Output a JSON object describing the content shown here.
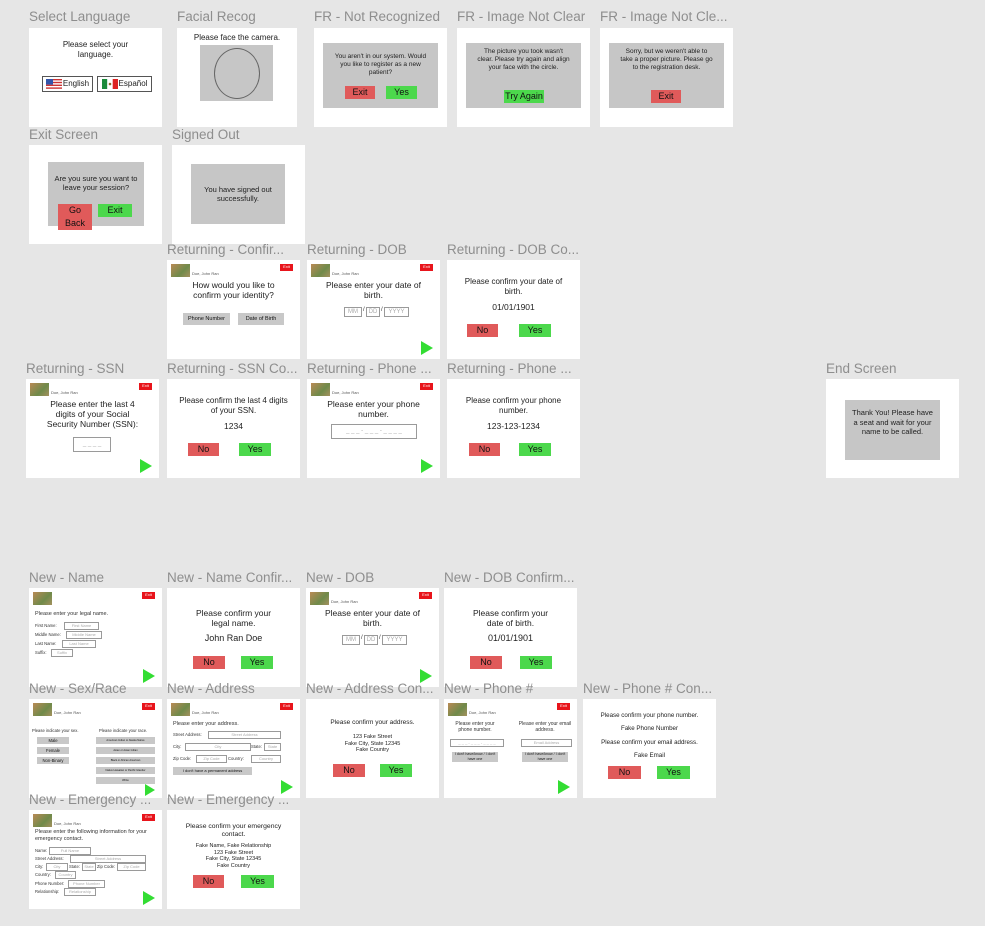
{
  "labels": {
    "select_language": "Select Language",
    "facial_recog": "Facial Recog",
    "fr_not_recognized": "FR - Not Recognized",
    "fr_image_not_clear": "FR - Image Not Clear",
    "fr_image_not_clear_2": "FR - Image Not Cle...",
    "exit_screen": "Exit Screen",
    "signed_out": "Signed Out",
    "returning_confirm": "Returning - Confir...",
    "returning_dob": "Returning - DOB",
    "returning_dob_confirm": "Returning - DOB Co...",
    "returning_ssn": "Returning - SSN",
    "returning_ssn_confirm": "Returning - SSN Co...",
    "returning_phone": "Returning - Phone ...",
    "returning_phone_confirm": "Returning - Phone ...",
    "end_screen": "End Screen",
    "new_name": "New - Name",
    "new_name_confirm": "New - Name Confir...",
    "new_dob": "New - DOB",
    "new_dob_confirm": "New - DOB Confirm...",
    "new_sex_race": "New - Sex/Race",
    "new_address": "New - Address",
    "new_address_confirm": "New - Address Con...",
    "new_phone": "New - Phone #",
    "new_phone_confirm": "New - Phone # Con...",
    "new_emergency": "New - Emergency ...",
    "new_emergency_confirm": "New - Emergency ..."
  },
  "common": {
    "exit": "Exit",
    "no": "No",
    "yes": "Yes",
    "patient_name": "Doe, John Ran",
    "mm": "MM",
    "dd": "DD",
    "yyyy": "YYYY",
    "slash": "/"
  },
  "select_language": {
    "prompt": "Please select your language.",
    "english": "English",
    "espanol": "Español"
  },
  "facial_recog": {
    "prompt": "Please face the camera."
  },
  "fr_not_recognized": {
    "message": "You aren't in our system. Would you like to register as a new patient?",
    "exit": "Exit",
    "yes": "Yes"
  },
  "fr_image_not_clear": {
    "message": "The picture you took wasn't clear. Please try again and align your face with the circle.",
    "try_again": "Try Again"
  },
  "fr_image_not_clear_2": {
    "message": "Sorry, but we weren't able to take a proper picture. Please go to the registration desk.",
    "exit": "Exit"
  },
  "exit_screen": {
    "message": "Are you sure you want to leave your session?",
    "go_back": "Go Back",
    "exit": "Exit"
  },
  "signed_out": {
    "message": "You have signed out successfully."
  },
  "returning_confirm": {
    "prompt": "How would you like to confirm your identity?",
    "phone_number": "Phone Number",
    "date_of_birth": "Date of Birth"
  },
  "returning_dob": {
    "prompt": "Please enter your date of birth."
  },
  "returning_dob_confirm": {
    "prompt": "Please confirm your date of birth.",
    "value": "01/01/1901"
  },
  "returning_ssn": {
    "prompt": "Please enter the last 4 digits of your Social Security Number (SSN):",
    "placeholder": "_ _ _ _"
  },
  "returning_ssn_confirm": {
    "prompt": "Please confirm the last 4 digits of your SSN.",
    "value": "1234"
  },
  "returning_phone": {
    "prompt": "Please enter your phone number.",
    "placeholder": "_ _ _ - _ _ _ - _ _ _ _"
  },
  "returning_phone_confirm": {
    "prompt": "Please confirm your phone number.",
    "value": "123-123-1234"
  },
  "end_screen": {
    "message": "Thank You! Please have a seat and wait for your name to be called."
  },
  "new_name": {
    "prompt": "Please enter your legal name.",
    "first_label": "First Name:",
    "first_ph": "First Name",
    "middle_label": "Middle Name:",
    "middle_ph": "Middle Name",
    "last_label": "Last Name:",
    "last_ph": "Last Name",
    "suffix_label": "Suffix:",
    "suffix_ph": "Suffix"
  },
  "new_name_confirm": {
    "prompt": "Please confirm your legal name.",
    "value": "John Ran Doe"
  },
  "new_dob": {
    "prompt": "Please enter your date of birth."
  },
  "new_dob_confirm": {
    "prompt": "Please confirm your date of birth.",
    "value": "01/01/1901"
  },
  "new_sex_race": {
    "sex_prompt": "Please indicate your sex.",
    "race_prompt": "Please indicate your race.",
    "sex_options": [
      "Male",
      "Female",
      "Non-Binary"
    ],
    "race_options": [
      "American Indian or Alaska Native",
      "Asian or Asian Indian",
      "Black or African American",
      "Native Hawaiian or Pacific Islander",
      "White"
    ]
  },
  "new_address": {
    "prompt": "Please enter your address.",
    "street_label": "Street Address:",
    "street_ph": "Street Address",
    "city_label": "City:",
    "city_ph": "City",
    "state_label": "State:",
    "state_ph": "State",
    "zip_label": "Zip Code:",
    "zip_ph": "Zip Code",
    "country_label": "Country:",
    "country_ph": "Country",
    "no_address": "I don't have a permanent address"
  },
  "new_address_confirm": {
    "prompt": "Please confirm your address.",
    "line1": "123 Fake Street",
    "line2": "Fake City, State 12345",
    "line3": "Fake Country"
  },
  "new_phone": {
    "phone_prompt": "Please enter your phone number.",
    "email_prompt": "Please enter your email address.",
    "phone_ph": "_ _ _ - _ _ _ - _ _ _ _",
    "email_ph": "Email Address",
    "phone_dont_know": "I don't have/know / I don't have one",
    "email_dont_know": "I don't have/know / I don't have one"
  },
  "new_phone_confirm": {
    "phone_prompt": "Please confirm your phone number.",
    "phone_value": "Fake Phone Number",
    "email_prompt": "Please confirm your email address.",
    "email_value": "Fake Email"
  },
  "new_emergency": {
    "prompt": "Please enter the following information for your emergency contact.",
    "name_label": "Name:",
    "name_ph": "Full Name",
    "street_label": "Street Address:",
    "street_ph": "Street Address",
    "city_label": "City:",
    "city_ph": "City",
    "state_label": "State:",
    "state_ph": "State",
    "zip_label": "Zip Code:",
    "zip_ph": "Zip Code",
    "country_label": "Country:",
    "country_ph": "Country",
    "phone_label": "Phone Number:",
    "phone_ph": "Phone Number",
    "rel_label": "Relationship:",
    "rel_ph": "Relationship"
  },
  "new_emergency_confirm": {
    "prompt": "Please confirm your emergency contact.",
    "line1": "Fake Name, Fake Relationship",
    "line2": "123 Fake Street",
    "line3": "Fake City, State 12345",
    "line4": "Fake Country"
  },
  "colors": {
    "red": "#e05a5a",
    "green": "#4cd84c",
    "exit_red": "#e8141b",
    "play_green": "#33dd33",
    "panel_gray": "#c6c6c6"
  }
}
